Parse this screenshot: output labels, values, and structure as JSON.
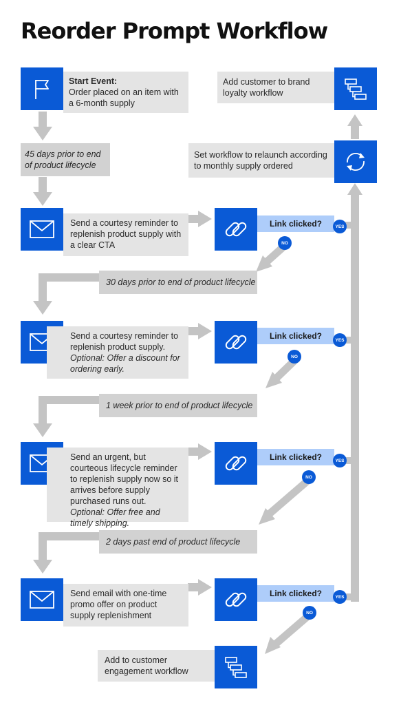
{
  "title": "Reorder Prompt Workflow",
  "colors": {
    "accent": "#0a5ad6",
    "box": "#e4e4e4",
    "bar": "#d2d2d2",
    "label": "#aecdfa",
    "arrow": "#c4c4c4"
  },
  "start": {
    "heading": "Start Event:",
    "text": "Order placed on an item with a 6-month supply",
    "icon": "flag-icon"
  },
  "loyalty": {
    "text": "Add customer to brand loyalty workflow",
    "icon": "workflow-icon"
  },
  "relaunch": {
    "text": "Set workflow to relaunch according to monthly supply ordered",
    "icon": "refresh-icon"
  },
  "delay_first": "45 days prior to end of product lifecycle",
  "steps": [
    {
      "message": "Send a courtesy reminder to replenish product supply with a clear CTA",
      "check": "Link clicked?",
      "yes": "YES",
      "no": "NO",
      "next_delay": "30 days prior to end of product lifecycle"
    },
    {
      "message": "Send a courtesy reminder to replenish product supply.",
      "optional_label": "Optional:",
      "optional": "Offer a discount for ordering early.",
      "check": "Link clicked?",
      "yes": "YES",
      "no": "NO",
      "next_delay": "1 week prior to end of product lifecycle"
    },
    {
      "message": "Send an urgent, but courteous lifecycle reminder to replenish supply now so it arrives before supply purchased runs out.",
      "optional_label": "Optional:",
      "optional": "Offer free and timely shipping.",
      "check": "Link clicked?",
      "yes": "YES",
      "no": "NO",
      "next_delay": "2 days past end of product lifecycle"
    },
    {
      "message": "Send email with one-time promo offer on product supply replenishment",
      "check": "Link clicked?",
      "yes": "YES",
      "no": "NO"
    }
  ],
  "engagement": {
    "text": "Add to customer engagement workflow",
    "icon": "workflow-icon"
  }
}
